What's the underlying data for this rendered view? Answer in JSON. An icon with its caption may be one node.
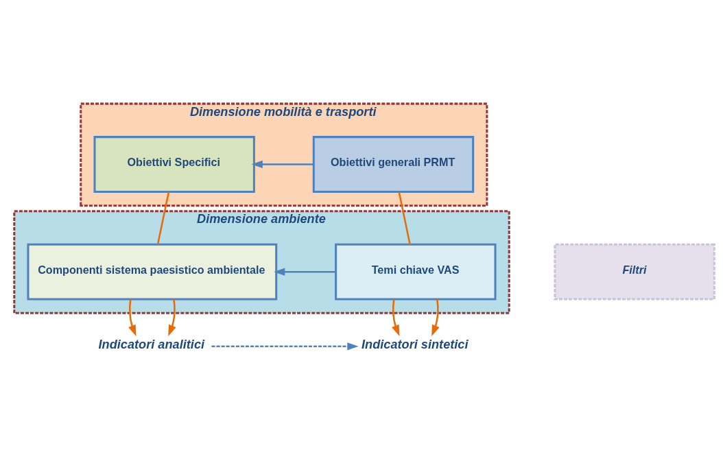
{
  "diagram": {
    "nodes": [
      {
        "text": [
          "Dimensione mobilità e trasporti"
        ]
      },
      {
        "text": [
          "Obiettivi generali PRMT"
        ],
        "in": 0
      },
      {
        "text": [
          "Obiettivi Specifici"
        ],
        "in": 0
      },
      {
        "text": [
          "Dimensione ambiente"
        ]
      },
      {
        "text": [
          "Temi chiave VAS"
        ],
        "in": 3
      },
      {
        "text": [
          "Componenti sistema paesistico ambientale"
        ],
        "in": 3
      },
      {
        "text": [
          "Filtri"
        ]
      },
      {
        "text": [
          "Indicatori sintetici"
        ]
      },
      {
        "text": [
          "Indicatori analitici"
        ]
      }
    ],
    "edges": [
      {
        "from": 1,
        "to": 2,
        "arrow": "to",
        "color": "#4f81bd"
      },
      {
        "from": 1,
        "to": 4,
        "arrow": "none"
      },
      {
        "from": 2,
        "to": 5,
        "arrow": "none"
      },
      {
        "from": 4,
        "to": 5,
        "arrow": "to",
        "color": "#4f81bd"
      },
      {
        "from": 4,
        "to": 7,
        "arrow": "to"
      },
      {
        "from": 4,
        "to": 7,
        "arrow": "to"
      },
      {
        "from": 5,
        "to": 8,
        "arrow": "to"
      },
      {
        "from": 5,
        "to": 8,
        "arrow": "to"
      },
      {
        "from": 8,
        "to": 7,
        "arrow": "to",
        "style": "dashed",
        "color": "#4f81bd"
      }
    ]
  }
}
